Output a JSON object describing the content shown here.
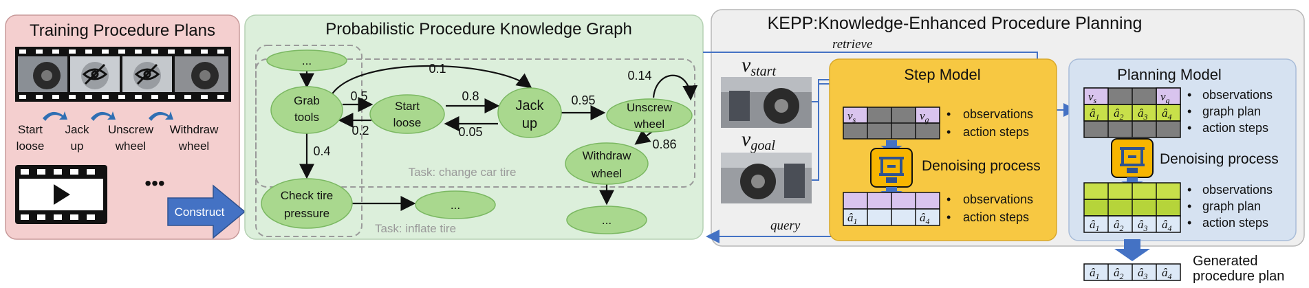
{
  "training": {
    "title": "Training Procedure Plans",
    "steps": [
      "Start",
      "loose",
      "Jack",
      "up",
      "Unscrew",
      "wheel",
      "Withdraw",
      "wheel"
    ],
    "ellipsis": "•••",
    "construct": "Construct"
  },
  "graph": {
    "title": "Probabilistic Procedure Knowledge Graph",
    "nodes": {
      "top": "...",
      "grab1": "Grab",
      "grab2": "tools",
      "start1": "Start",
      "start2": "loose",
      "jack1": "Jack",
      "jack2": "up",
      "unscrew1": "Unscrew",
      "unscrew2": "wheel",
      "withdraw1": "Withdraw",
      "withdraw2": "wheel",
      "check1": "Check tire",
      "check2": "pressure",
      "dots1": "...",
      "dots2": "..."
    },
    "edges": {
      "e01": "0.1",
      "e05": "0.5",
      "e02": "0.2",
      "e08": "0.8",
      "e005": "0.05",
      "e095": "0.95",
      "e014": "0.14",
      "e086": "0.86",
      "e04": "0.4"
    },
    "task1": "Task: change car tire",
    "task2": "Task: inflate tire"
  },
  "kepp": {
    "title": "KEPP:Knowledge-Enhanced Procedure Planning",
    "retrieve": "retrieve",
    "query": "query",
    "vstart": "v",
    "vstart_sub": "start",
    "vgoal": "v",
    "vgoal_sub": "goal",
    "step_model": {
      "title": "Step Model",
      "vs": "v",
      "vs_sub": "s",
      "vg": "v",
      "vg_sub": "g",
      "obs": "observations",
      "act": "action steps",
      "denoise": "Denoising process",
      "obs2": "observations",
      "act2": "action steps",
      "a1": "â",
      "a1_sub": "1",
      "a4": "â",
      "a4_sub": "4"
    },
    "planning_model": {
      "title": "Planning Model",
      "vs": "v",
      "vs_sub": "s",
      "vg": "v",
      "vg_sub": "g",
      "top_labels": [
        "observations",
        "graph plan",
        "action steps"
      ],
      "hat": "â",
      "subs": [
        "1",
        "2",
        "3",
        "4"
      ],
      "denoise": "Denoising process",
      "bottom_labels": [
        "observations",
        "graph plan",
        "action steps"
      ]
    },
    "generated": [
      "Generated",
      "procedure plan"
    ],
    "bullet": "•"
  },
  "colors": {
    "pink_bg": "#f4cfcf",
    "green_bg": "#dcefdb",
    "gray_bg": "#efefef",
    "yellow_bg": "#f7c842",
    "blue_bg": "#d6e2f1",
    "node": "#a9d88e",
    "purple": "#d9c4ee",
    "lime": "#c8e04a",
    "cell_gray": "#7f7f7f",
    "cell_blue": "#dde9f7",
    "arrow_blue": "#4472c4"
  }
}
